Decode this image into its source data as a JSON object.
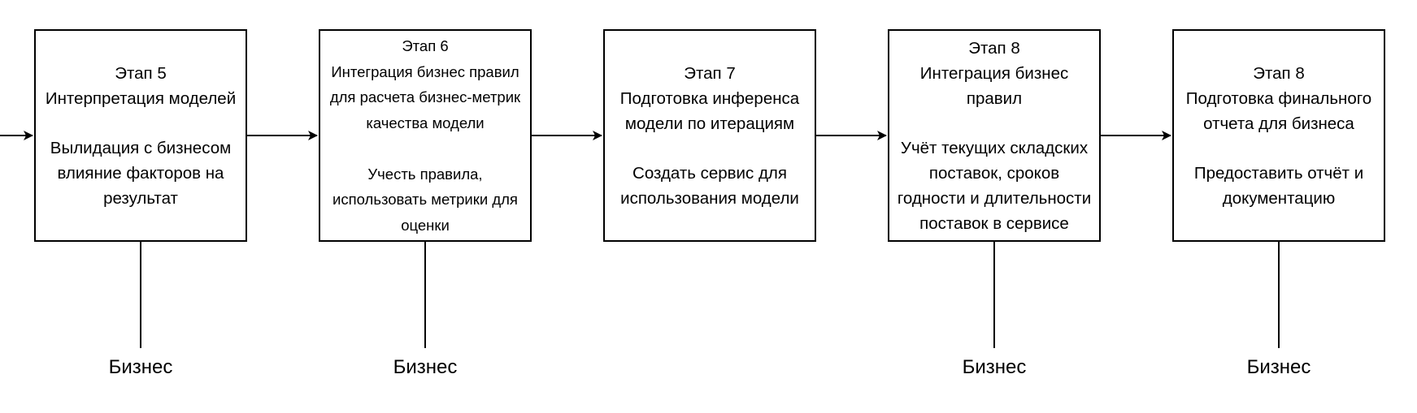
{
  "stages": [
    {
      "title": "Этап 5",
      "subtitle": [
        "Интерпретация моделей"
      ],
      "details": [
        "Вылидация с бизнесом",
        "влияние факторов на",
        "результат"
      ]
    },
    {
      "title": "Этап 6",
      "subtitle": [
        "Интеграция бизнес правил",
        "для расчета бизнес-метрик",
        "качества модели"
      ],
      "details": [
        "Учесть правила,",
        "использовать метрики для",
        "оценки"
      ]
    },
    {
      "title": "Этап 7",
      "subtitle": [
        "Подготовка инференса",
        "модели по итерациям"
      ],
      "details": [
        "Создать сервис для",
        "использования модели"
      ]
    },
    {
      "title": "Этап 8",
      "subtitle": [
        "Интеграция бизнес",
        "правил"
      ],
      "details": [
        "Учёт текущих складских",
        "поставок, сроков",
        "годности и длительности",
        "поставок в сервисе"
      ]
    },
    {
      "title": "Этап 8",
      "subtitle": [
        "Подготовка финального",
        "отчета для бизнеса"
      ],
      "details": [
        "Предоставить отчёт и",
        "документацию"
      ]
    }
  ],
  "actors": [
    {
      "label": "Бизнес",
      "stage": 1
    },
    {
      "label": "Бизнес",
      "stage": 2
    },
    {
      "label": "Бизнес",
      "stage": 4
    },
    {
      "label": "Бизнес",
      "stage": 5
    }
  ]
}
